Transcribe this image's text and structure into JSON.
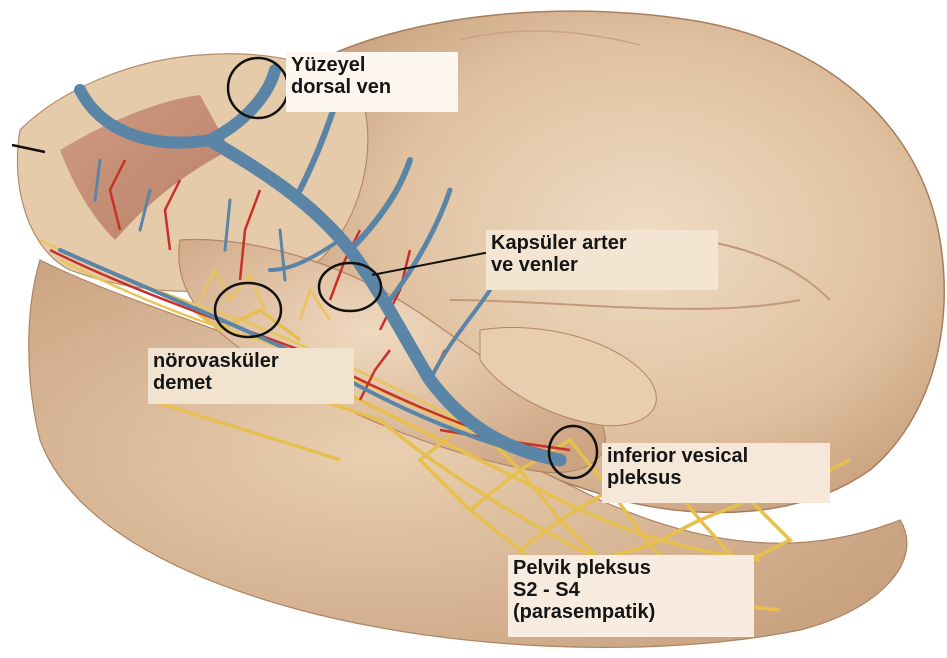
{
  "labels": {
    "superficial_dorsal_vein": {
      "line1": "Yüzeyel",
      "line2": "dorsal ven"
    },
    "capsular_vessels": {
      "line1": "Kapsüler arter",
      "line2": "ve venler"
    },
    "neurovascular_bundle": {
      "line1": "nörovasküler",
      "line2": "demet"
    },
    "inferior_vesical_plexus": {
      "line1": "inferior vesical",
      "line2": "pleksus"
    },
    "pelvic_plexus": {
      "line1": "Pelvik pleksus",
      "line2": "S2 - S4",
      "line3": "(parasempatik)"
    }
  },
  "colors": {
    "tissue": "#e3c5a4",
    "tissue_shadow": "#b98b6a",
    "vein": "#5b85a6",
    "artery": "#c7312a",
    "nerve": "#e8c45a",
    "label_bg": "#fdf6ee",
    "marker": "#111111"
  }
}
